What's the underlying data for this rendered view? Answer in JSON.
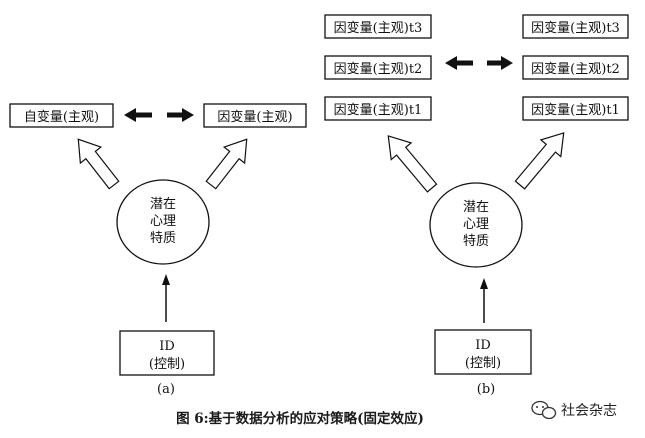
{
  "diagram": {
    "panel_a": {
      "subtitle": "(a)",
      "independent_box": "自变量(主观)",
      "dependent_box": "因变量(主观)",
      "latent_circle": [
        "潜在",
        "心理",
        "特质"
      ],
      "id_box": [
        "ID",
        "(控制)"
      ]
    },
    "panel_b": {
      "subtitle": "(b)",
      "left_boxes": [
        "因变量(主观)t3",
        "因变量(主观)t2",
        "因变量(主观)t1"
      ],
      "right_boxes": [
        "因变量(主观)t3",
        "因变量(主观)t2",
        "因变量(主观)t1"
      ],
      "latent_circle": [
        "潜在",
        "心理",
        "特质"
      ],
      "id_box": [
        "ID",
        "(控制)"
      ]
    },
    "caption": "图 6:基于数据分析的应对策略(固定效应)",
    "watermark": "社会杂志"
  },
  "colors": {
    "stroke": "#111111",
    "caption_text": "#1a1a1a",
    "background": "#ffffff"
  },
  "icons": {
    "watermark_icon": "wechat-chat-bubble-icon"
  }
}
